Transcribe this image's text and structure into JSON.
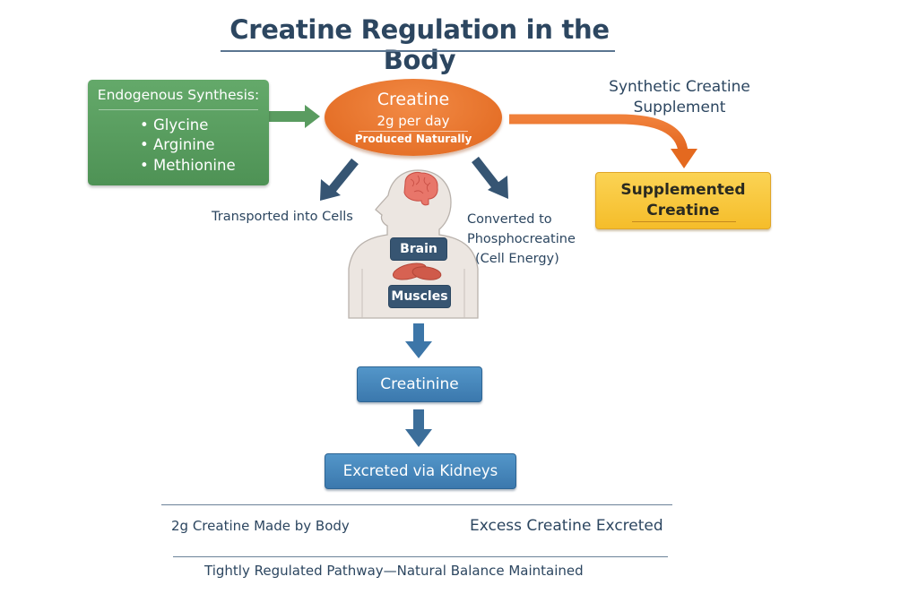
{
  "title": "Creatine Regulation in the Body",
  "synthesis": {
    "title": "Endogenous Synthesis:",
    "items": [
      "Glycine",
      "Arginine",
      "Methionine"
    ],
    "color": "#579c5e"
  },
  "creatine": {
    "title": "Creatine",
    "amount": "2g per day",
    "note": "Produced Naturally",
    "color": "#e9752f"
  },
  "supplement": {
    "label_line1": "Synthetic Creatine",
    "label_line2": "Supplement",
    "box_line1": "Supplemented",
    "box_line2": "Creatine",
    "color": "#f8c63c"
  },
  "pathways": {
    "left": "Transported into Cells",
    "right_line1": "Converted to",
    "right_line2": "Phosphocreatine",
    "right_line3": "(Cell Energy)"
  },
  "body": {
    "brain_label": "Brain",
    "muscles_label": "Muscles"
  },
  "flow": {
    "creatinine": "Creatinine",
    "excreted": "Excreted via Kidneys",
    "color": "#4585bb"
  },
  "footer": {
    "left": "2g Creatine Made by Body",
    "right": "Excess Creatine Excreted",
    "center": "Tightly Regulated Pathway—Natural Balance Maintained"
  }
}
